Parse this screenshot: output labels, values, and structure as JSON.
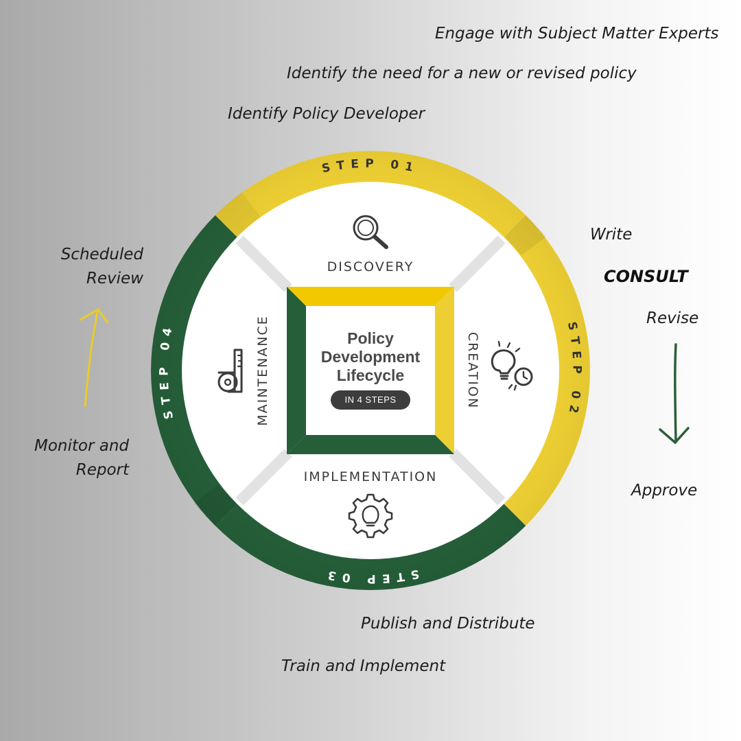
{
  "colors": {
    "yellow": "#edcf33",
    "yellow_dark": "#e0bd1a",
    "green": "#255e39",
    "white": "#ffffff"
  },
  "steps": {
    "step1": "STEP 01",
    "step2": "STEP 02",
    "step3": "STEP 03",
    "step4": "STEP 04"
  },
  "sections": {
    "discovery": {
      "label": "DISCOVERY",
      "icon": "magnifier-icon"
    },
    "creation": {
      "label": "CREATION",
      "icon": "lightbulb-clock-icon"
    },
    "implementation": {
      "label": "IMPLEMENTATION",
      "icon": "gear-lightbulb-icon"
    },
    "maintenance": {
      "label": "MAINTENANCE",
      "icon": "tape-measure-icon"
    }
  },
  "center": {
    "title_line1": "Policy",
    "title_line2": "Development",
    "title_line3": "Lifecycle",
    "badge": "IN 4 STEPS"
  },
  "notes": {
    "engage": "Engage with Subject Matter Experts",
    "identify_need": "Identify the need for a new or revised policy",
    "identify_developer": "Identify Policy Developer",
    "write": "Write",
    "consult": "CONSULT",
    "revise": "Revise",
    "approve": "Approve",
    "publish": "Publish and Distribute",
    "train": "Train and Implement",
    "monitor_line1": "Monitor and",
    "monitor_line2": "Report",
    "scheduled_line1": "Scheduled",
    "scheduled_line2": "Review"
  },
  "arrows": {
    "up": {
      "icon": "arrow-up-icon",
      "color": "#e8cc2a"
    },
    "down": {
      "icon": "arrow-down-icon",
      "color": "#2d5e37"
    }
  }
}
